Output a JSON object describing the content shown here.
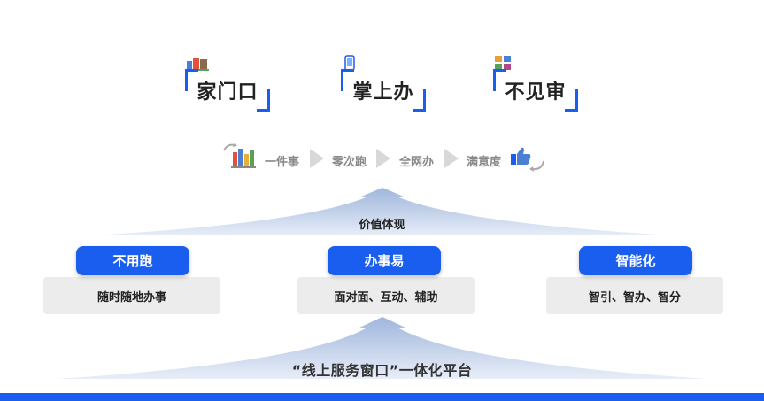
{
  "top_items": [
    {
      "label": "家门口",
      "icon": "shop-buildings-icon"
    },
    {
      "label": "掌上办",
      "icon": "mobile-phone-icon"
    },
    {
      "label": "不见审",
      "icon": "documents-grid-icon"
    }
  ],
  "flow": {
    "steps": [
      "一件事",
      "零次跑",
      "全网办",
      "满意度"
    ],
    "start_icon": "city-buildings-icon",
    "end_icon": "thumbs-up-icon"
  },
  "value_label": "价值体现",
  "pillars": [
    {
      "title": "不用跑",
      "desc": "随时随地办事"
    },
    {
      "title": "办事易",
      "desc": "面对面、互动、辅助"
    },
    {
      "title": "智能化",
      "desc": "智引、智办、智分"
    }
  ],
  "platform_label": "“线上服务窗口”一体化平台",
  "colors": {
    "accent": "#1a5ef0",
    "box": "#ececec",
    "arrow": "#c5d3e8"
  }
}
